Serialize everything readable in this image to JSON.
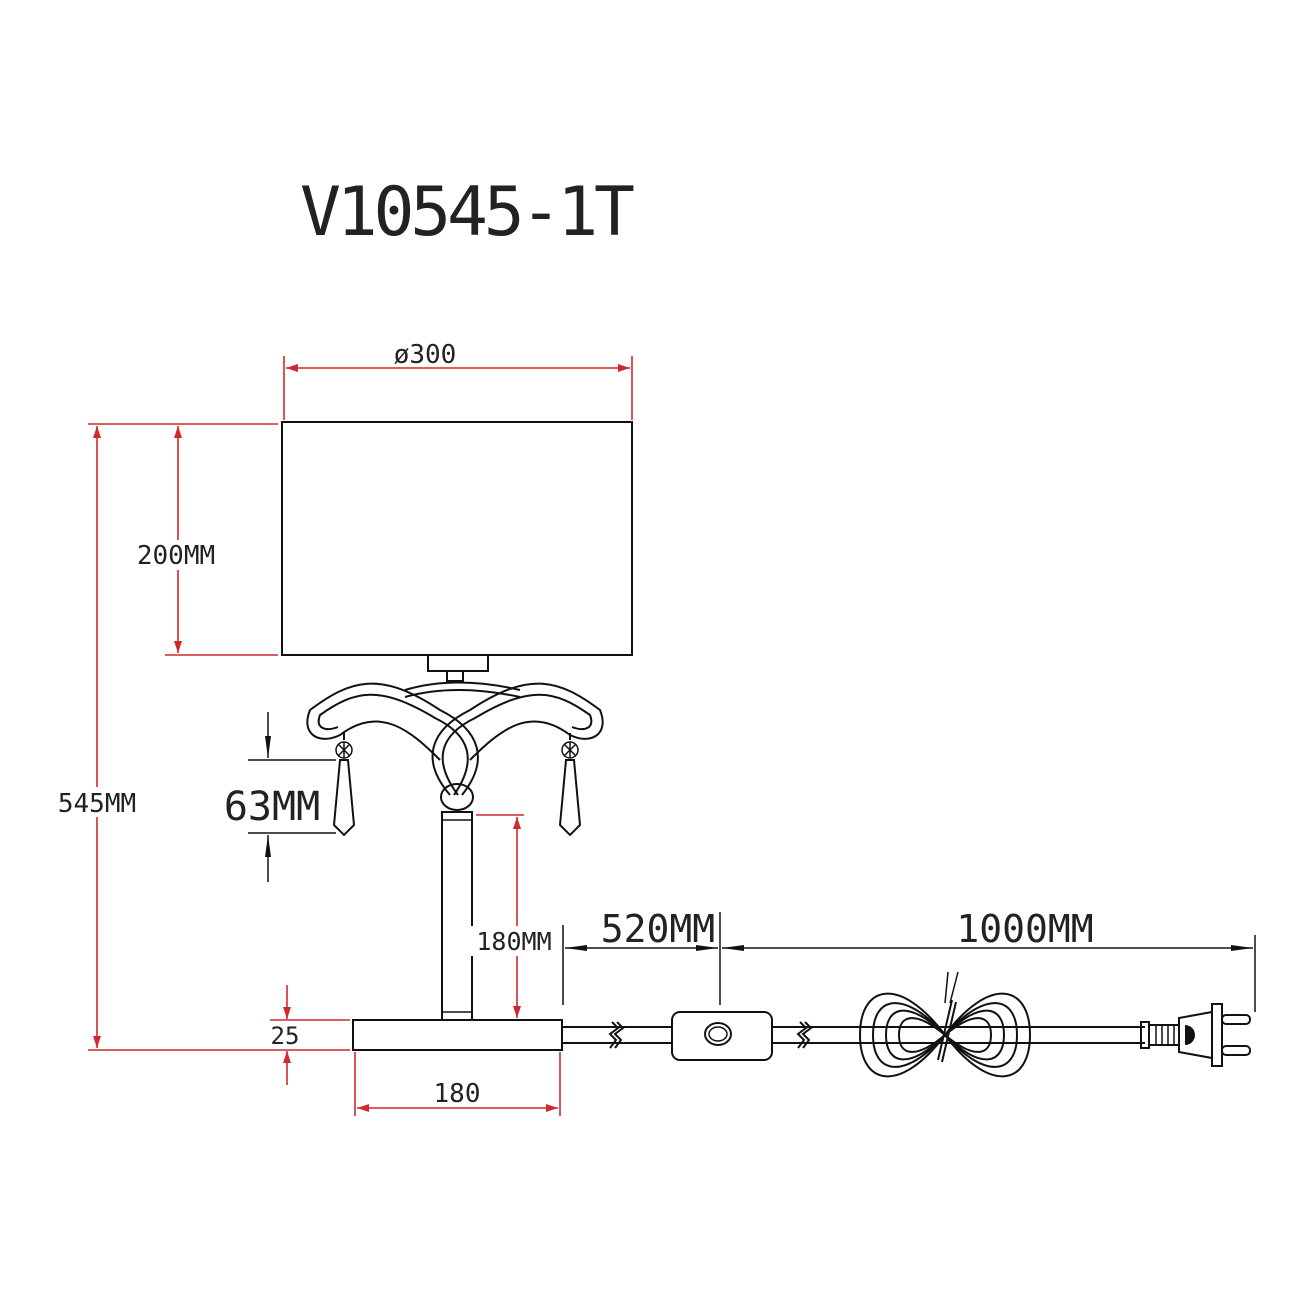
{
  "title": "V10545-1T",
  "dimensions": {
    "shade_diameter": "ø300",
    "shade_height": "200MM",
    "total_height": "545MM",
    "crystal_drop": "63MM",
    "stem_height": "180MM",
    "base_height": "25",
    "base_width": "180",
    "cord_to_switch": "520MM",
    "switch_to_plug": "1000MM"
  },
  "colors": {
    "dimension_line": "#d0282c",
    "drawing": "#111111"
  }
}
